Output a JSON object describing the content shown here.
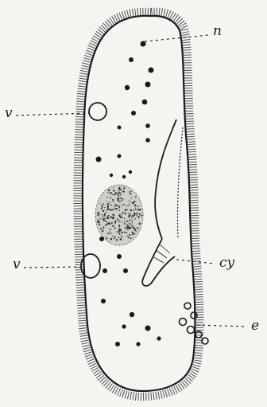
{
  "colors": {
    "paper": "#f4f4f1",
    "ink": "#1a1a1a",
    "nucleus_stipple": "#3a3a3a"
  },
  "labels": {
    "n": "n",
    "v_upper": "v",
    "v_lower": "v",
    "cy": "cy",
    "e": "e"
  }
}
